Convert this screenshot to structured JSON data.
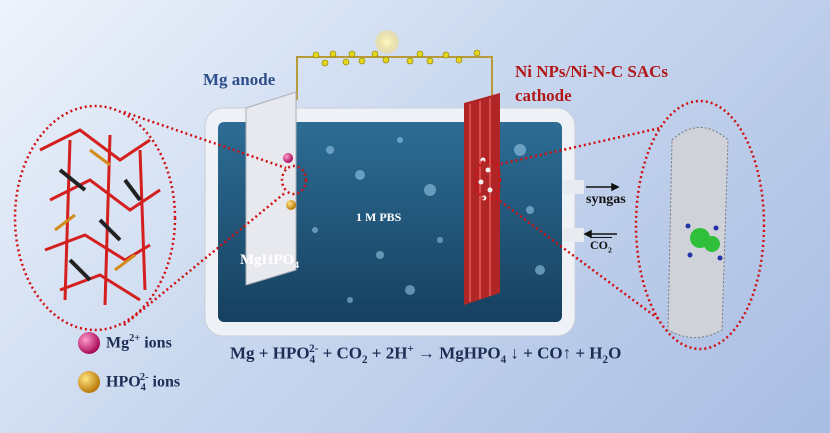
{
  "labels": {
    "anode": "Mg anode",
    "cathode_line1": "Ni NPs/Ni-N-C SACs",
    "cathode_line2": "cathode",
    "electrolyte": "1 M PBS",
    "precipitate_main": "MgHPO",
    "precipitate_sub": "4",
    "syngas": "syngas",
    "co2_main": "CO",
    "co2_sub": "2"
  },
  "legend": [
    {
      "main": "Mg",
      "sup": "2+",
      "rest": " ions",
      "color": "#d81b78"
    },
    {
      "main": "HPO",
      "sub": "4",
      "sup": "2-",
      "rest": " ions",
      "color": "#e3a20f"
    }
  ],
  "equation": {
    "p1": "Mg + HPO",
    "s1": "4",
    "sp1": "2-",
    "p2": " + CO",
    "s2": "2",
    "p3": " + 2H",
    "sp3": "+",
    "p4": " → MgHPO",
    "s4": "4",
    "p5": " ↓ + CO↑ + H",
    "s5": "2",
    "p6": "O"
  },
  "colors": {
    "anode_label": "#2e4f8c",
    "cathode_label": "#b01818",
    "zoom_ring": "#d01010",
    "electrolyte": "#1d4f78"
  }
}
